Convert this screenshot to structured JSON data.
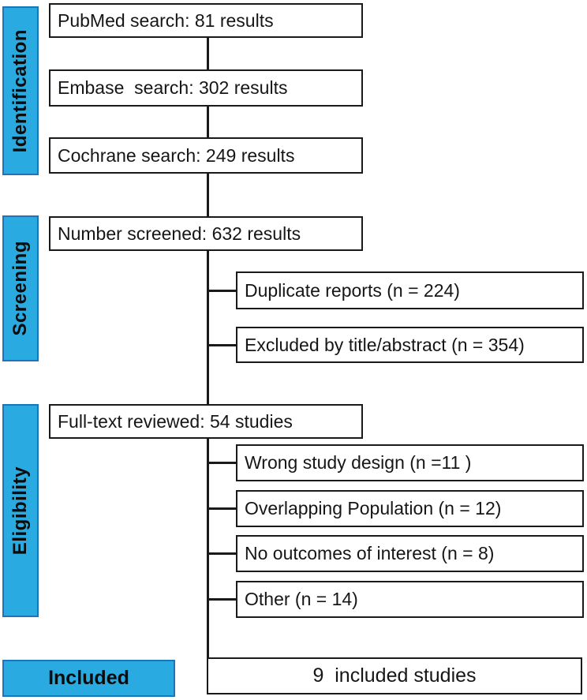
{
  "palette": {
    "blue_fill": "#29ABE2",
    "blue_border": "#1C75BC",
    "line_color": "#1A1A1A"
  },
  "rail": {
    "identification": "Identification",
    "screening": "Screening",
    "eligibility": "Eligibility",
    "included": "Included"
  },
  "boxes": {
    "pubmed": "PubMed search: 81 results",
    "embase": "Embase  search: 302 results",
    "cochrane": "Cochrane search: 249 results",
    "screened": "Number screened: 632 results",
    "duplicates": "Duplicate reports (n = 224)",
    "excluded_title_abstract": "Excluded by title/abstract (n = 354)",
    "fulltext": "Full-text reviewed: 54 studies",
    "wrong_design": "Wrong study design (n =11 )",
    "overlapping_population": "Overlapping Population (n = 12)",
    "no_outcomes": "No outcomes of interest (n = 8)",
    "other": "Other (n = 14)",
    "included_studies": "9  included studies"
  }
}
